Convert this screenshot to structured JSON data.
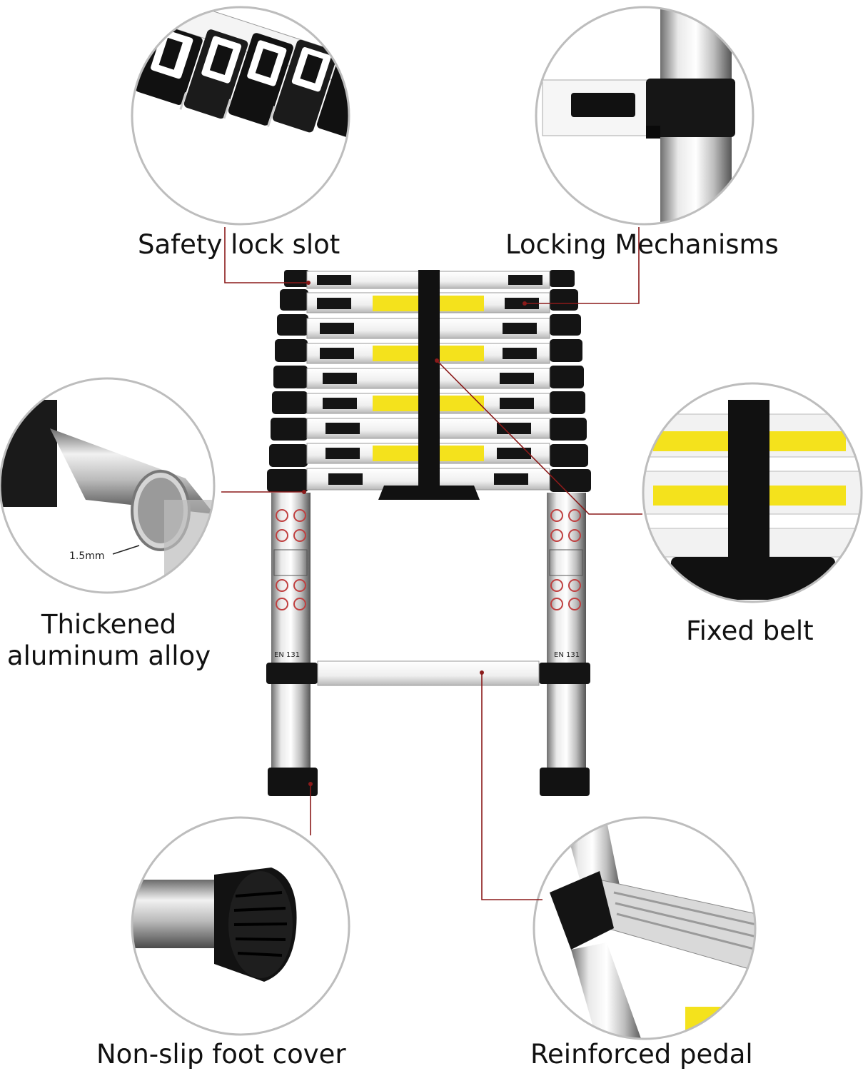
{
  "callouts": {
    "safety_lock_slot": "Safety lock slot",
    "locking_mechanisms": "Locking Mechanisms",
    "thickened_line1": "Thickened",
    "thickened_line2": "aluminum alloy",
    "fixed_belt": "Fixed belt",
    "non_slip_foot_cover": "Non-slip foot cover",
    "reinforced_pedal": "Reinforced pedal"
  },
  "measurement": "1.5mm",
  "rail_marking": "EN 131",
  "colors": {
    "leader_line": "#8b1a1a",
    "circle_border": "#bdbdbd",
    "warning_label": "#f4e21c",
    "rubber": "#111111",
    "aluminum": "#e6e6e6"
  }
}
